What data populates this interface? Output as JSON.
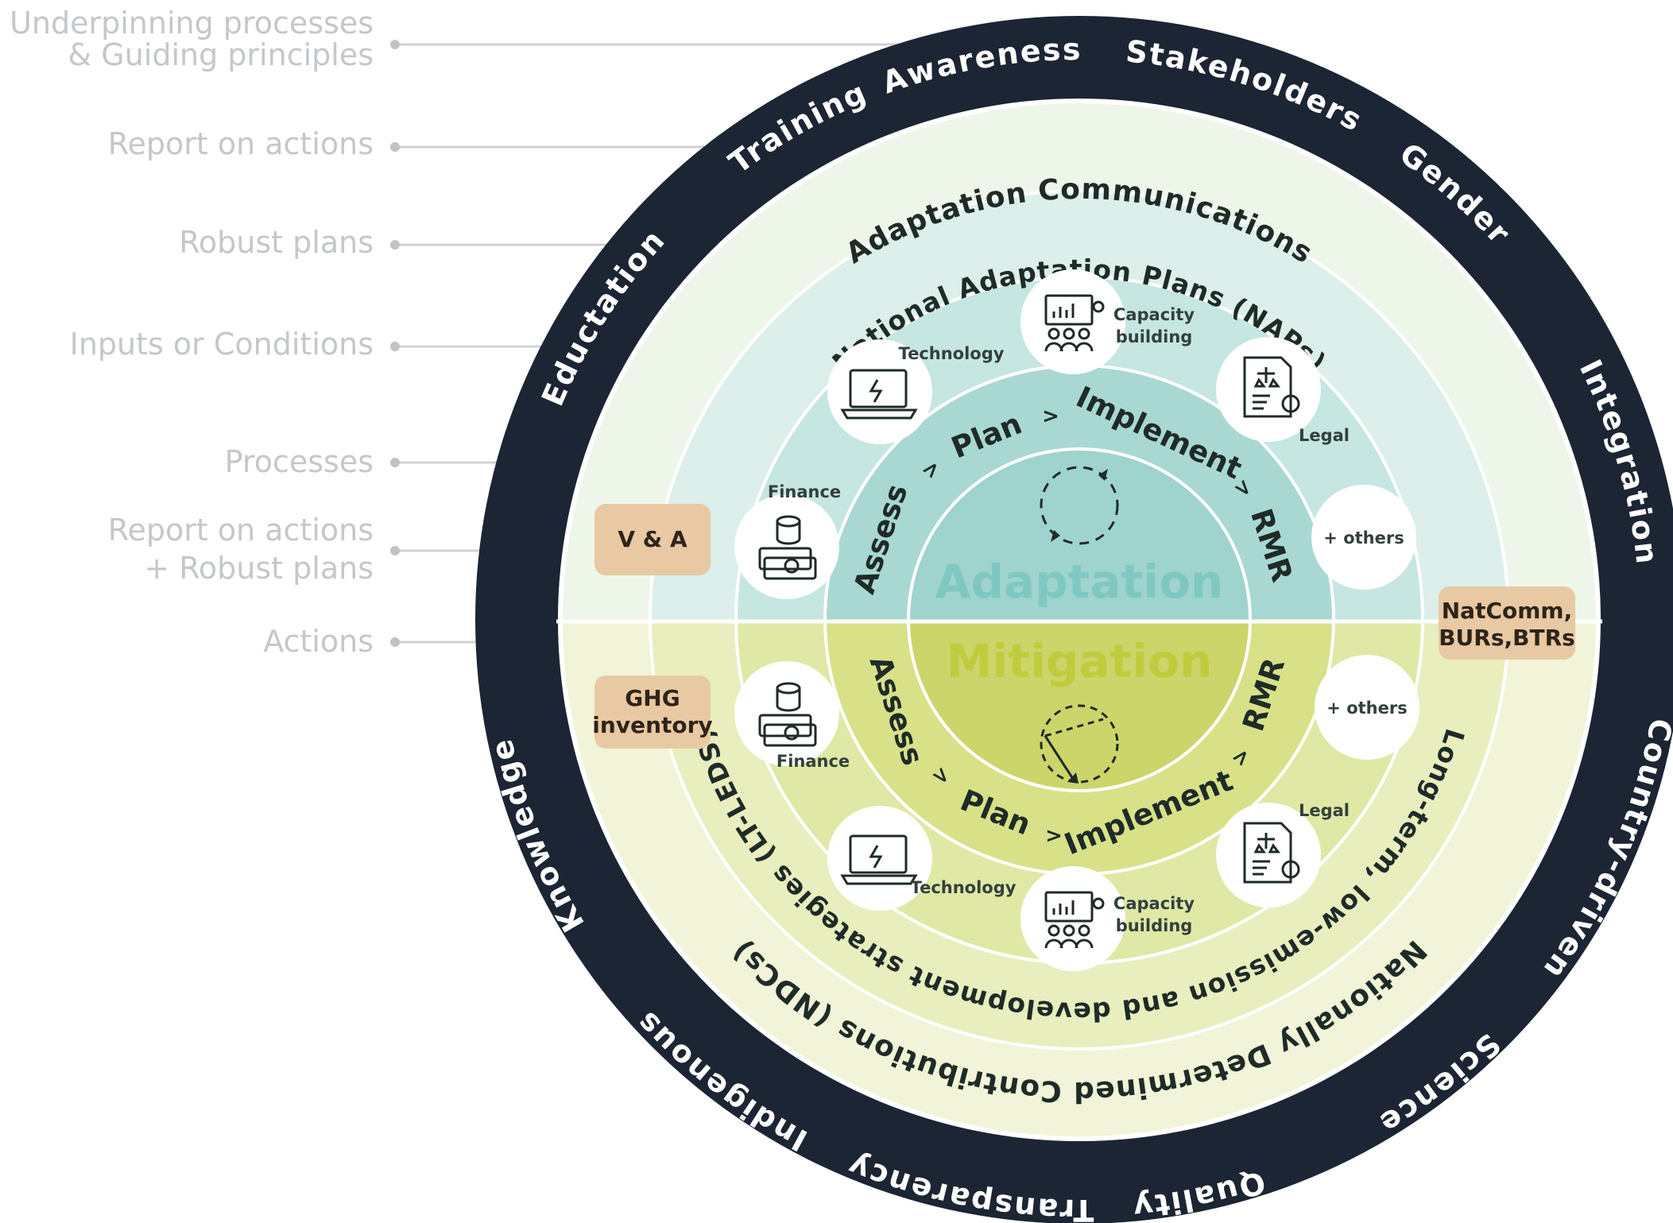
{
  "left_labels": [
    "Underpinning processes",
    "& Guiding principles",
    "Report on actions",
    "Robust plans",
    "Inputs or Conditions",
    "Processes",
    "Report on actions",
    "+ Robust plans",
    "Actions"
  ],
  "principles": {
    "awareness": "Awareness",
    "stakeholders": "Stakeholders",
    "training": "Training",
    "gender": "Gender",
    "education": "Eductation",
    "integration": "Integration",
    "knowledge": "Knowledge",
    "country_driven": "Country-driven",
    "indigenous": "Indigenous",
    "science": "Science",
    "transparency": "Transparency",
    "quality": "Quality"
  },
  "rings": {
    "adaptation_communications": "Adaptation Communications",
    "naps": "National Adaptation Plans (NAPs)",
    "lt_leds": "Long-term, low-emission and development strategies (LT-LEDS)",
    "ndcs": "Nationally Determined Contributions (NDCs)"
  },
  "center": {
    "adaptation": "Adaptation",
    "mitigation": "Mitigation"
  },
  "processes": {
    "assess": "Assess",
    "plan": "Plan",
    "implement": "Implement",
    "rmr": "RMR",
    "arrow": ">"
  },
  "inputs": {
    "finance": "Finance",
    "technology": "Technology",
    "capacity_line1": "Capacity",
    "capacity_line2": "building",
    "legal": "Legal",
    "others": "+ others"
  },
  "boxes": {
    "va": "V & A",
    "ghg_line1": "GHG",
    "ghg_line2": "inventory",
    "natcomm_line1": "NatComm,",
    "natcomm_line2": "BURs,BTRs"
  },
  "colors": {
    "outer_ring": "#1c2533",
    "adaptation_teal": "#83c7c2",
    "mitigation_olive": "#c9d35b",
    "box_tan": "#e8c9a3"
  }
}
